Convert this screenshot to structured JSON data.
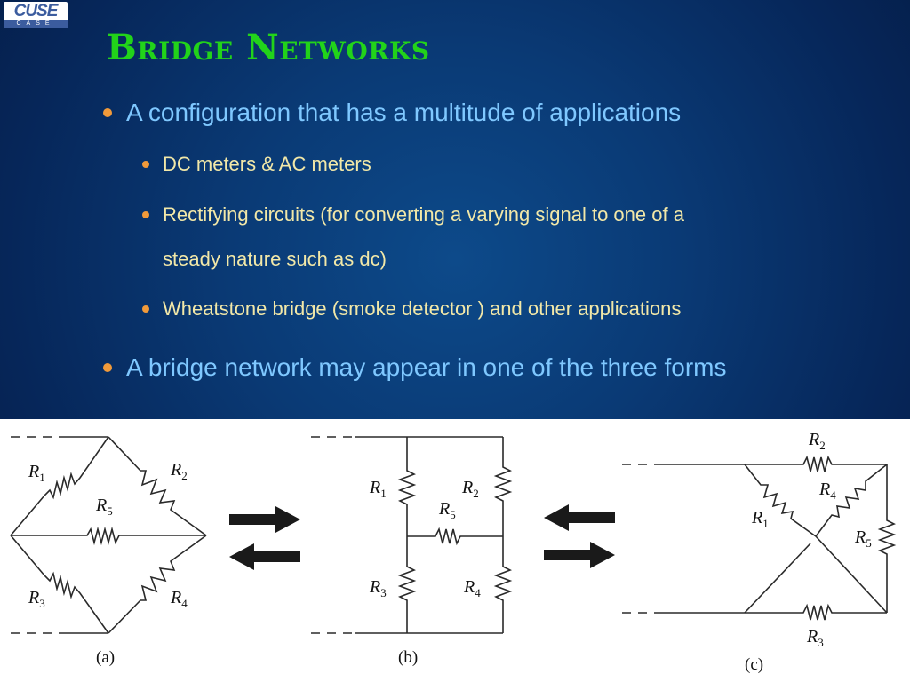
{
  "logo": {
    "word": "CUSE",
    "sub": "CASE"
  },
  "title": "Bridge Networks",
  "bullets": [
    {
      "text": "A configuration that has a multitude of applications",
      "sub": [
        {
          "line1": "DC meters & AC meters",
          "line2": ""
        },
        {
          "line1": "Rectifying circuits (for converting a varying signal to one of a",
          "line2": "steady nature such as dc)"
        },
        {
          "line1": "Wheatstone bridge (smoke detector ) and other applications",
          "line2": ""
        }
      ]
    },
    {
      "text": "A bridge network may appear in one of the three forms",
      "sub": []
    }
  ],
  "figure": {
    "captions": [
      "(a)",
      "(b)",
      "(c)"
    ],
    "resistors": {
      "prefix": "R",
      "subs": [
        "1",
        "2",
        "3",
        "4",
        "5"
      ]
    }
  },
  "colors": {
    "title": "#22d31a",
    "level1": "#7fc8ff",
    "level2": "#f2e8a8",
    "bullet": "#f19a3a"
  }
}
